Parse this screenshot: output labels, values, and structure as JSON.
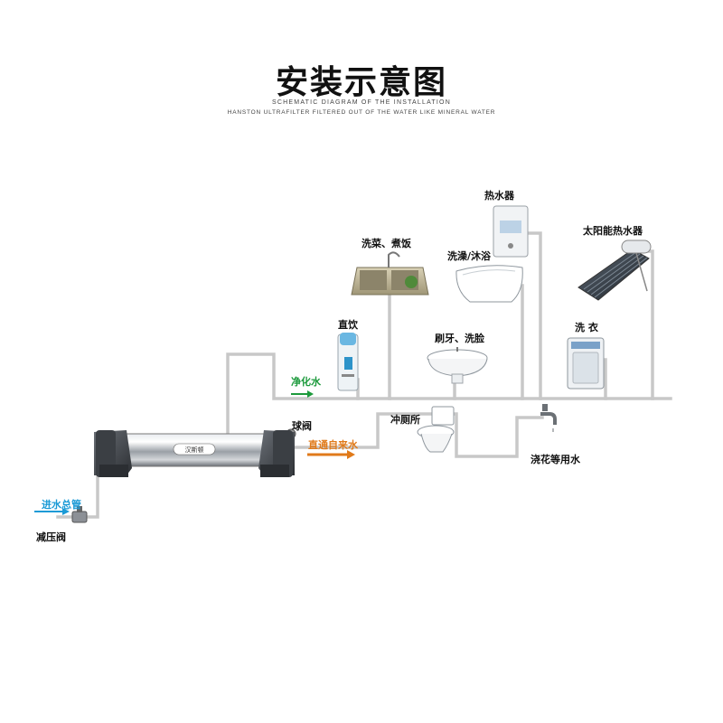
{
  "header": {
    "title": "安装示意图",
    "subtitle_line1": "SCHEMATIC DIAGRAM OF THE INSTALLATION",
    "subtitle_line2": "HANSTON ULTRAFILTER FILTERED OUT OF THE WATER LIKE MINERAL WATER"
  },
  "labels": {
    "water_heater": "热水器",
    "solar_heater": "太阳能热水器",
    "kitchen": "洗菜、煮饭",
    "bath": "洗澡/沐浴",
    "drinking": "直饮",
    "basin": "刷牙、洗脸",
    "washer": "洗 衣",
    "purified": "净化水",
    "ball_valve": "球阀",
    "toilet": "冲厕所",
    "tap_water": "直通自来水",
    "garden": "浇花等用水",
    "inlet": "进水总管",
    "pressure_valve": "减压阀"
  },
  "product": {
    "badge": "汉斯顿"
  },
  "colors": {
    "pipe": "#c8c8c8",
    "purified_arrow": "#1c9a3c",
    "tap_arrow": "#e07a1a",
    "inlet_arrow": "#1a9ad6",
    "filter_cap": "#4a4e54"
  }
}
